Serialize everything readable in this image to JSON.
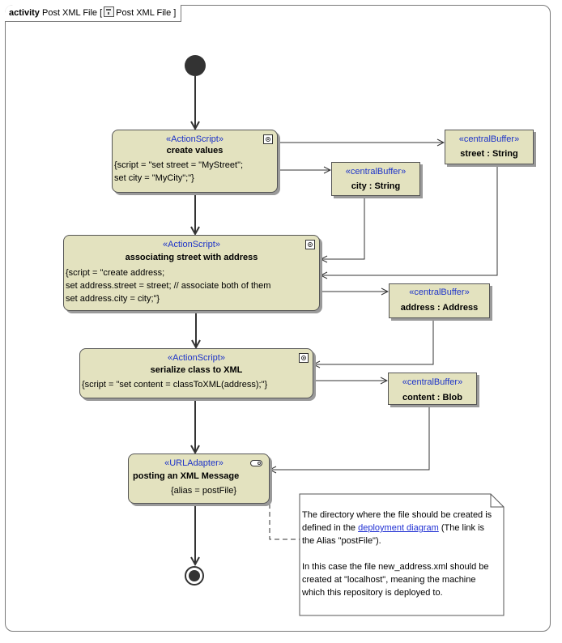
{
  "frame": {
    "keyword": "activity",
    "title_before_icon": "Post XML File [",
    "title_after_icon": "Post XML File ]",
    "icon": "activity-diagram-icon"
  },
  "actions": {
    "create_values": {
      "stereotype": "«ActionScript»",
      "name": "create values",
      "body": "{script = \"set street = \"MyStreet\";\nset city = \"MyCity\";\"}",
      "icon": "gear-icon"
    },
    "associating": {
      "stereotype": "«ActionScript»",
      "name": "associating street with address",
      "body": "{script = \"create address;\nset address.street = street; // associate both of them\nset address.city = city;\"}",
      "icon": "gear-icon"
    },
    "serialize": {
      "stereotype": "«ActionScript»",
      "name": "serialize class to XML",
      "body": "{script = \"set content = classToXML(address);\"}",
      "icon": "gear-icon"
    },
    "posting": {
      "stereotype": "«URLAdapter»",
      "name": "posting an XML Message",
      "body": "{alias = postFile}",
      "icon": "toggle-icon"
    }
  },
  "buffers": {
    "street": {
      "stereotype": "«centralBuffer»",
      "name": "street : String"
    },
    "city": {
      "stereotype": "«centralBuffer»",
      "name": "city : String"
    },
    "address": {
      "stereotype": "«centralBuffer»",
      "name": "address : Address"
    },
    "content": {
      "stereotype": "«centralBuffer»",
      "name": "content : Blob"
    }
  },
  "note": {
    "p1_before": "The directory where the file should be created is defined in the ",
    "p1_link": "deployment diagram",
    "p1_after": " (The link is the Alias \"postFile\").",
    "p2": "In this case the file new_address.xml should be created at \"localhost\", meaning the machine which this repository is deployed to."
  }
}
